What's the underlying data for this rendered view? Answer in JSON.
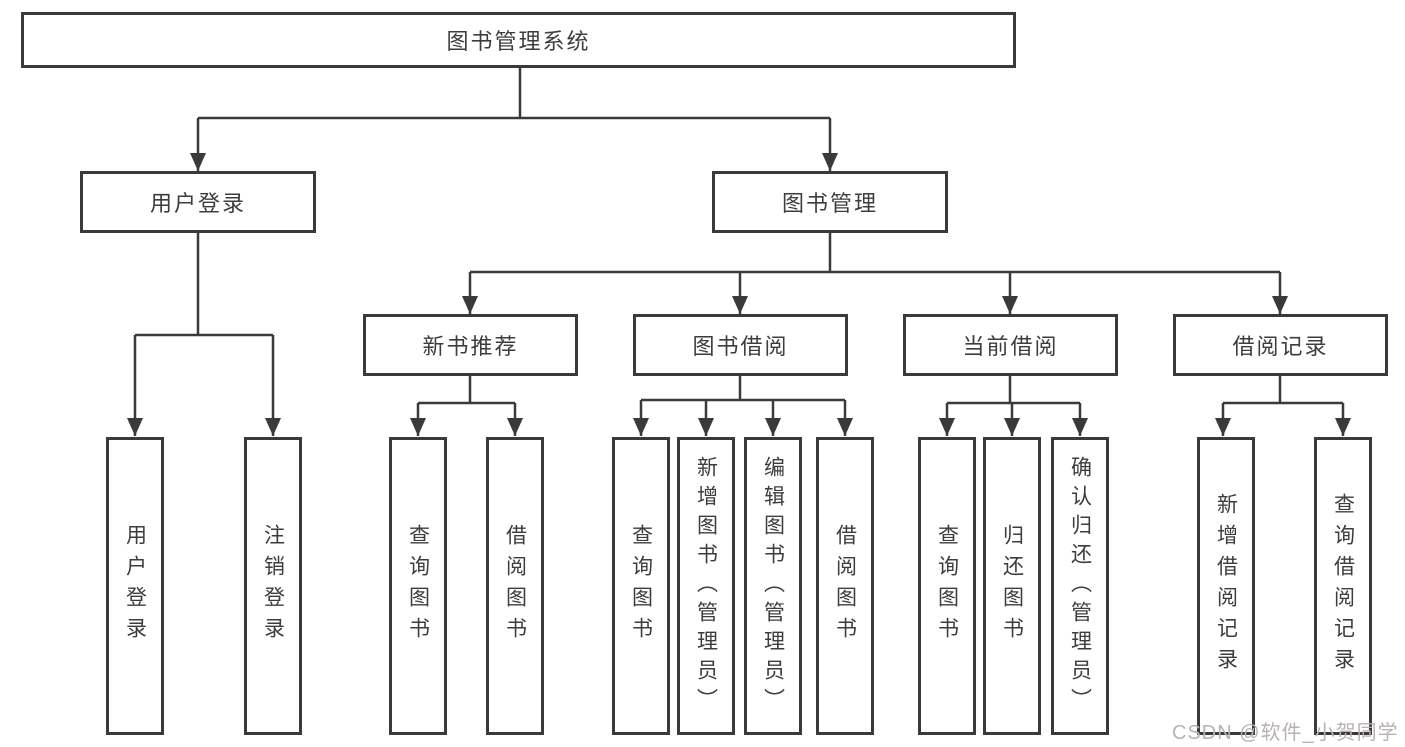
{
  "title": "图书管理系统",
  "colors": {
    "line": "#3a3a3a",
    "box_border": "#3a3a3a",
    "text": "#3d3d3d",
    "background": "#ffffff",
    "watermark": "#b8b2b2"
  },
  "root": {
    "label": "图书管理系统"
  },
  "branches": [
    {
      "label": "用户登录",
      "children": [
        {
          "label": "用户登录"
        },
        {
          "label": "注销登录"
        }
      ]
    },
    {
      "label": "图书管理",
      "children": [
        {
          "label": "新书推荐",
          "children": [
            {
              "label": "查询图书"
            },
            {
              "label": "借阅图书"
            }
          ]
        },
        {
          "label": "图书借阅",
          "children": [
            {
              "label": "查询图书"
            },
            {
              "label": "新增图书（管理员）"
            },
            {
              "label": "编辑图书（管理员）"
            },
            {
              "label": "借阅图书"
            }
          ]
        },
        {
          "label": "当前借阅",
          "children": [
            {
              "label": "查询图书"
            },
            {
              "label": "归还图书"
            },
            {
              "label": "确认归还（管理员）"
            }
          ]
        },
        {
          "label": "借阅记录",
          "children": [
            {
              "label": "新增借阅记录"
            },
            {
              "label": "查询借阅记录"
            }
          ]
        }
      ]
    }
  ],
  "watermark": {
    "text": "CSDN @软件_小贺同学"
  }
}
